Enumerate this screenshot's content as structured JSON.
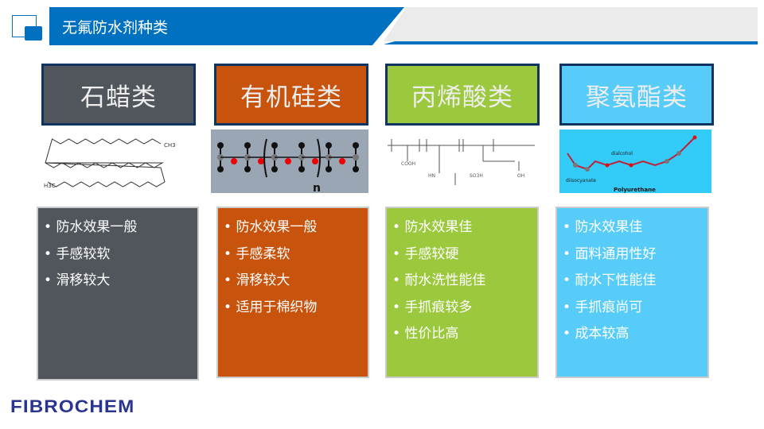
{
  "title": "无氟防水剂种类",
  "colors": {
    "paraffin": "#50565c",
    "silicone": "#c8530c",
    "acrylic": "#9bc83c",
    "polyurethane": "#57ccf8",
    "accent": "#0070c0"
  },
  "columns": [
    {
      "name": "石蜡类",
      "image_labels": {
        "ch3": "CH3",
        "h3c": "H3C"
      },
      "features": [
        "防水效果一般",
        "手感较软",
        "滑移较大"
      ]
    },
    {
      "name": "有机硅类",
      "image_labels": {
        "n": "n"
      },
      "features": [
        "防水效果一般",
        "手感柔软",
        "滑移较大",
        "适用于棉织物"
      ]
    },
    {
      "name": "丙烯酸类",
      "image_labels": {
        "cooh": "COOH",
        "so3h": "SO3H",
        "oh": "OH",
        "hn": "HN"
      },
      "features": [
        "防水效果佳",
        "手感较硬",
        "耐水洗性能佳",
        "手抓痕较多",
        "性价比高"
      ]
    },
    {
      "name": "聚氨酯类",
      "image_labels": {
        "dialcohol": "dialcohol",
        "diisocyanate": "diisocyanate",
        "polyurethane": "Polyurethane"
      },
      "features": [
        "防水效果佳",
        "面料通用性好",
        "耐水下性能佳",
        "手抓痕尚可",
        "成本较高"
      ]
    }
  ],
  "logo": "FIBROCHEM"
}
